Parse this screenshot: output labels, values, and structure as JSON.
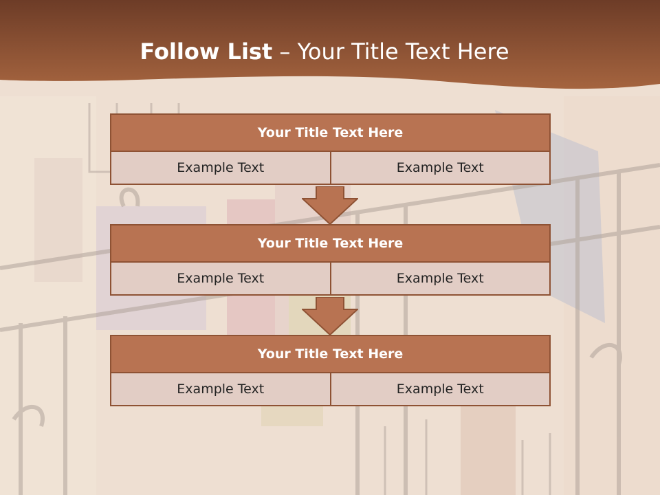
{
  "slide": {
    "title_bold": "Follow List",
    "title_rest": " – Your Title Text Here"
  },
  "blocks": [
    {
      "title": "Your Title Text Here",
      "cells": [
        "Example Text",
        "Example Text"
      ]
    },
    {
      "title": "Your Title Text Here",
      "cells": [
        "Example Text",
        "Example Text"
      ]
    },
    {
      "title": "Your Title Text Here",
      "cells": [
        "Example Text",
        "Example Text"
      ]
    }
  ],
  "colors": {
    "header_brown": "#8a4f33",
    "block_header": "#b87352",
    "block_border": "#8e5234",
    "cell_fill": "#e2cdc5",
    "arrow": "#b87352"
  }
}
